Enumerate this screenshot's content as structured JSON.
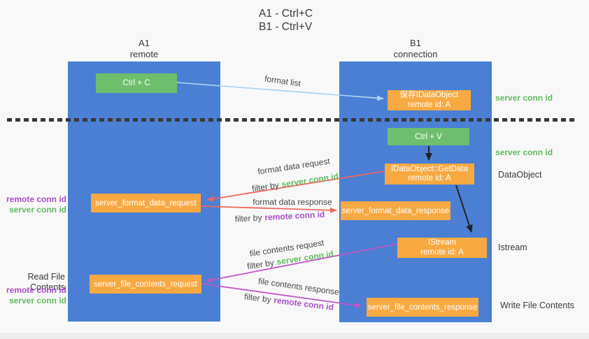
{
  "title": {
    "line1": "A1 - Ctrl+C",
    "line2": "B1 - Ctrl+V"
  },
  "lanes": {
    "left": {
      "name": "A1",
      "role": "remote"
    },
    "right": {
      "name": "B1",
      "role": "connection"
    }
  },
  "nodes": {
    "ctrl_c": {
      "label": "Ctrl + C"
    },
    "ctrl_v": {
      "label": "Ctrl + V"
    },
    "save_dataobject": {
      "line1": "保存IDataObject",
      "line2": "remote id: A"
    },
    "getdata": {
      "line1": "IDataObject::GetData",
      "line2": "remote id: A"
    },
    "istream": {
      "line1": "IStream",
      "line2": "remote id: A"
    },
    "format_request": {
      "label": "server_format_data_request"
    },
    "format_response": {
      "label": "server_format_data_response"
    },
    "file_request": {
      "label": "server_file_contents_request"
    },
    "file_response": {
      "label": "server_file_contents_response"
    }
  },
  "flow_labels": {
    "format_list": "format list",
    "format_data_request": "format data request",
    "format_data_response": "format data response",
    "file_contents_request": "file contents request",
    "file_contents_response": "file contents response",
    "filter_by": "filter by",
    "server_conn_id": "server conn id",
    "remote_conn_id": "remote conn id"
  },
  "side_labels": {
    "right_server_conn_top": "server conn id",
    "right_server_conn_mid": "server conn id",
    "dataobject": "DataObject",
    "istream": "Istream",
    "write_file_contents": "Write File Contents",
    "left_remote_conn_top": "remote conn id",
    "left_server_conn_top": "server conn id",
    "read_file_contents": "Read File Contents",
    "left_remote_conn_bottom": "remote conn id",
    "left_server_conn_bottom": "server conn id"
  },
  "colors": {
    "background": "#f8f8f8",
    "lane_blue": "#4a7fd4",
    "box_green": "#6fbe6e",
    "box_orange": "#f8a942",
    "green_text": "#63b963",
    "purple_text": "#a64fc6",
    "arrow_blue": "#a9d2f0",
    "arrow_red": "#ec685c",
    "arrow_magenta": "#bf58c4",
    "arrow_black": "#222222",
    "dark_text": "#3a3a3a",
    "dotted_line": "#383838"
  }
}
